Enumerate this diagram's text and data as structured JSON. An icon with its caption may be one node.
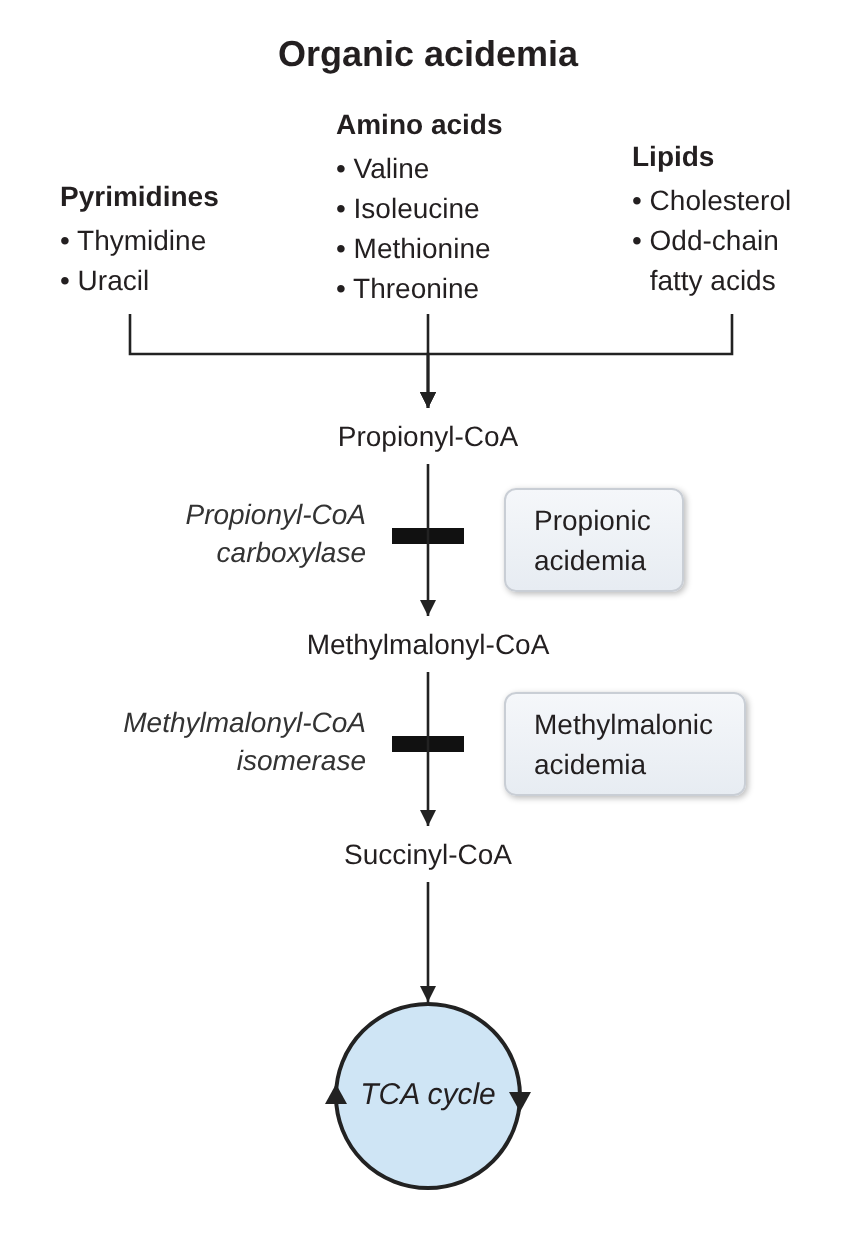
{
  "diagram": {
    "title": "Organic acidemia",
    "nodes": [
      {
        "text": [
          "Pyrimidines",
          "• Thymidine",
          "• Uracil"
        ]
      },
      {
        "text": [
          "Amino acids",
          "• Valine",
          "• Isoleucine",
          "• Methionine",
          "• Threonine"
        ]
      },
      {
        "text": [
          "Lipids",
          "• Cholesterol",
          "• Odd-chain fatty acids"
        ]
      },
      {
        "text": [
          "Propionyl-CoA"
        ]
      },
      {
        "text": [
          "Propionic acidemia"
        ]
      },
      {
        "text": [
          "Methylmalonyl-CoA"
        ]
      },
      {
        "text": [
          "Methylmalonic acidemia"
        ]
      },
      {
        "text": [
          "Succinyl-CoA"
        ]
      },
      {
        "text": [
          "TCA cycle"
        ]
      }
    ],
    "edges": [
      {
        "from": 0,
        "to": 3,
        "arrow": "to"
      },
      {
        "from": 1,
        "to": 3,
        "arrow": "to"
      },
      {
        "from": 2,
        "to": 3,
        "arrow": "to"
      },
      {
        "from": 3,
        "to": 5,
        "arrow": "to"
      },
      {
        "from": 5,
        "to": 7,
        "arrow": "to"
      },
      {
        "from": 7,
        "to": 8,
        "arrow": "to"
      }
    ],
    "labels": [
      "Propionyl-CoA carboxylase",
      "Methylmalonyl-CoA isomerase"
    ]
  }
}
